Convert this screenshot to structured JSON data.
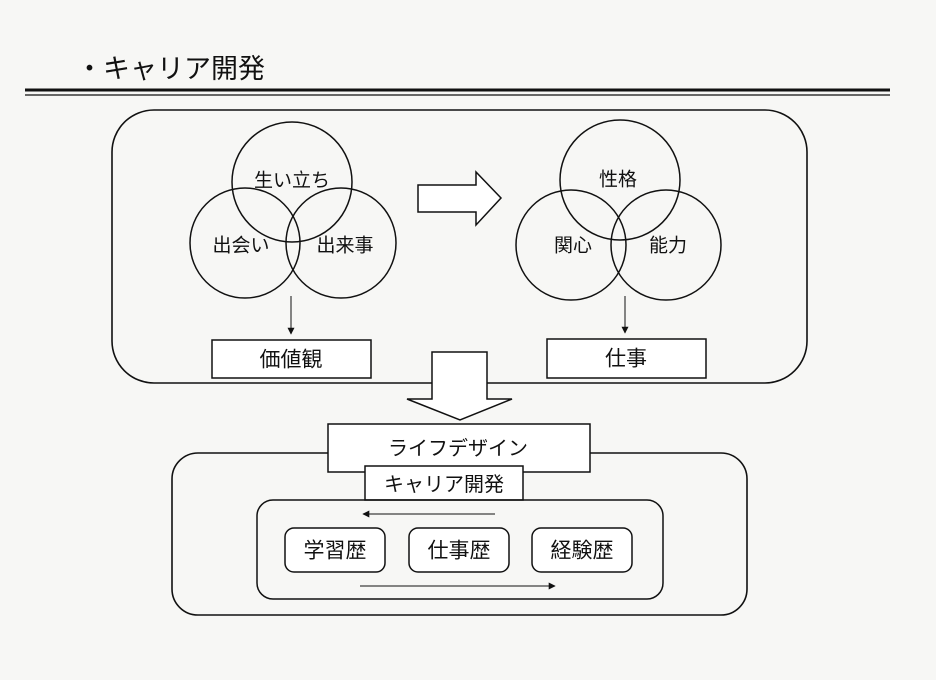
{
  "title": "・キャリア開発",
  "left_group": {
    "circles": [
      "生い立ち",
      "出会い",
      "出来事"
    ],
    "result": "価値観"
  },
  "right_group": {
    "circles": [
      "性格",
      "関心",
      "能力"
    ],
    "result": "仕事"
  },
  "bottom": {
    "outer_label": "ライフデザイン",
    "inner_label": "キャリア開発",
    "items": [
      "学習歴",
      "仕事歴",
      "経験歴"
    ]
  }
}
